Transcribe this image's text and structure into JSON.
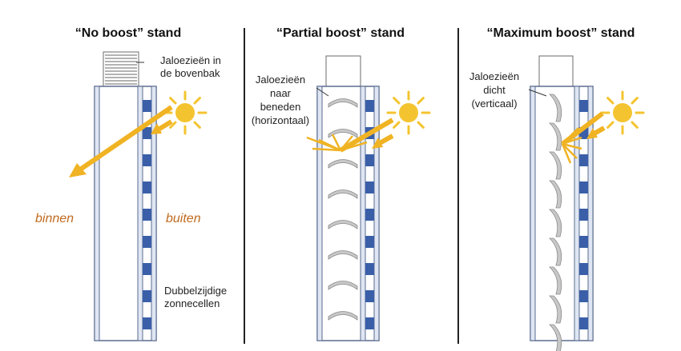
{
  "panels": [
    {
      "title": "“No boost” stand",
      "blinds_label": [
        "Jaloezieën in",
        "de bovenbak"
      ],
      "cells_label": [
        "Dubbelzijdige",
        "zonnecellen"
      ],
      "inside_label": "binnen",
      "outside_label": "buiten",
      "blind_state": "stored"
    },
    {
      "title": "“Partial boost” stand",
      "blinds_label": [
        "Jaloezieën",
        "naar",
        "beneden",
        "(horizontaal)"
      ],
      "blind_state": "horizontal"
    },
    {
      "title": "“Maximum boost” stand",
      "blinds_label": [
        "Jaloezieën",
        "dicht",
        "(verticaal)"
      ],
      "blind_state": "vertical"
    }
  ],
  "colors": {
    "glass": "#dfe6f3",
    "frame": "#5b6c8f",
    "cell": "#3a5fa8",
    "sun": "#f4c430",
    "ray": "#f0b323",
    "blind": "#c8c8c8",
    "blind_stroke": "#8a8a8a",
    "side_text": "#c06a1e",
    "divider": "#222222"
  }
}
